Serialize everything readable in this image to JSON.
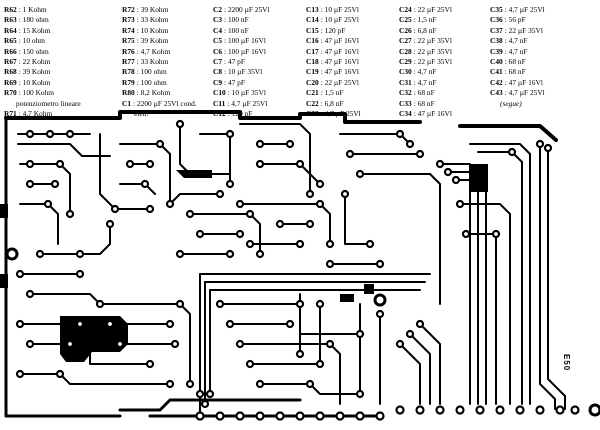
{
  "parts_list": {
    "columns": [
      {
        "items": [
          {
            "ref": "R62",
            "value": ": 1 Kohm"
          },
          {
            "ref": "R63",
            "value": ": 180 ohm"
          },
          {
            "ref": "R64",
            "value": ": 15 Kohm"
          },
          {
            "ref": "R65",
            "value": ": 10 ohm"
          },
          {
            "ref": "R66",
            "value": ": 150 ohm"
          },
          {
            "ref": "R67",
            "value": ": 22 Kohm"
          },
          {
            "ref": "R68",
            "value": ": 39 Kohm"
          },
          {
            "ref": "R69",
            "value": ": 10 Kohm"
          },
          {
            "ref": "R70",
            "value": ": 100 Kohm",
            "note": "potenziometro lineare"
          },
          {
            "ref": "R71",
            "value": ": 4,7 Kohm"
          }
        ]
      },
      {
        "items": [
          {
            "ref": "R72",
            "value": ": 39 Kohm"
          },
          {
            "ref": "R73",
            "value": ": 33 Kohm"
          },
          {
            "ref": "R74",
            "value": ": 10 Kohm"
          },
          {
            "ref": "R75",
            "value": ": 39 Kohm"
          },
          {
            "ref": "R76",
            "value": ": 4,7 Kohm"
          },
          {
            "ref": "R77",
            "value": ": 33 Kohm"
          },
          {
            "ref": "R78",
            "value": ": 100 ohm"
          },
          {
            "ref": "R79",
            "value": ": 100 ohm"
          },
          {
            "ref": "R80",
            "value": ": 8,2 Kohm"
          },
          {
            "ref": "C1",
            "value": ": 2200 µF 25Vl cond.",
            "note": "eletr."
          }
        ]
      },
      {
        "items": [
          {
            "ref": "C2",
            "value": ": 2200 µF 25Vl"
          },
          {
            "ref": "C3",
            "value": ": 100 nF"
          },
          {
            "ref": "C4",
            "value": ": 100 nF"
          },
          {
            "ref": "C5",
            "value": ": 100 µF 16Vl"
          },
          {
            "ref": "C6",
            "value": ": 100 µF 16Vl"
          },
          {
            "ref": "C7",
            "value": ": 47 pF"
          },
          {
            "ref": "C8",
            "value": ": 10 µF 35Vl"
          },
          {
            "ref": "C9",
            "value": ": 47 pF"
          },
          {
            "ref": "C10",
            "value": ": 10 µF 35Vl"
          },
          {
            "ref": "C11",
            "value": ": 4,7 µF 25Vl"
          },
          {
            "ref": "C12",
            "value": ": 120 pF"
          }
        ]
      },
      {
        "items": [
          {
            "ref": "C13",
            "value": ": 10 µF 25Vl"
          },
          {
            "ref": "C14",
            "value": ": 10 µF 25Vl"
          },
          {
            "ref": "C15",
            "value": ": 120 pF"
          },
          {
            "ref": "C16",
            "value": ": 47 µF 16Vl"
          },
          {
            "ref": "C17",
            "value": ": 47 µF 16Vl"
          },
          {
            "ref": "C18",
            "value": ": 47 µF 16Vl"
          },
          {
            "ref": "C19",
            "value": ": 47 µF 16Vl"
          },
          {
            "ref": "C20",
            "value": ": 22 µF 25Vl"
          },
          {
            "ref": "C21",
            "value": ": 1,5 nF"
          },
          {
            "ref": "C22",
            "value": ": 6,8 nF"
          },
          {
            "ref": "C23",
            "value": ": 4,7 µF 25Vl"
          }
        ]
      },
      {
        "items": [
          {
            "ref": "C24",
            "value": ": 22 µF 25Vl"
          },
          {
            "ref": "C25",
            "value": ": 1,5 nF"
          },
          {
            "ref": "C26",
            "value": ": 6,8 nF"
          },
          {
            "ref": "C27",
            "value": ": 22 µF 35Vl"
          },
          {
            "ref": "C28",
            "value": ": 22 µF 35Vl"
          },
          {
            "ref": "C29",
            "value": ": 22 µF 35Vl"
          },
          {
            "ref": "C30",
            "value": ": 4,7 nF"
          },
          {
            "ref": "C31",
            "value": ": 4,7 nF"
          },
          {
            "ref": "C32",
            "value": ": 68 nF"
          },
          {
            "ref": "C33",
            "value": ": 68 nF"
          },
          {
            "ref": "C34",
            "value": ": 47 µF 16Vl"
          }
        ]
      },
      {
        "items": [
          {
            "ref": "C35",
            "value": ": 4,7 µF 25Vl"
          },
          {
            "ref": "C36",
            "value": ": 56 pF"
          },
          {
            "ref": "C37",
            "value": ": 22 µF 35Vl"
          },
          {
            "ref": "C38",
            "value": ": 4,7 nF"
          },
          {
            "ref": "C39",
            "value": ": 4,7 nF"
          },
          {
            "ref": "C40",
            "value": ": 68 nF"
          },
          {
            "ref": "C41",
            "value": ": 68 nF"
          },
          {
            "ref": "C42",
            "value": ": 47 µF 16Vl"
          },
          {
            "ref": "C43",
            "value": ": 4,7 µF 25Vl"
          }
        ],
        "continuation": "(segue)"
      }
    ]
  },
  "board": {
    "label": "E50",
    "trace_color": "#000000",
    "background_color": "#ffffff"
  }
}
